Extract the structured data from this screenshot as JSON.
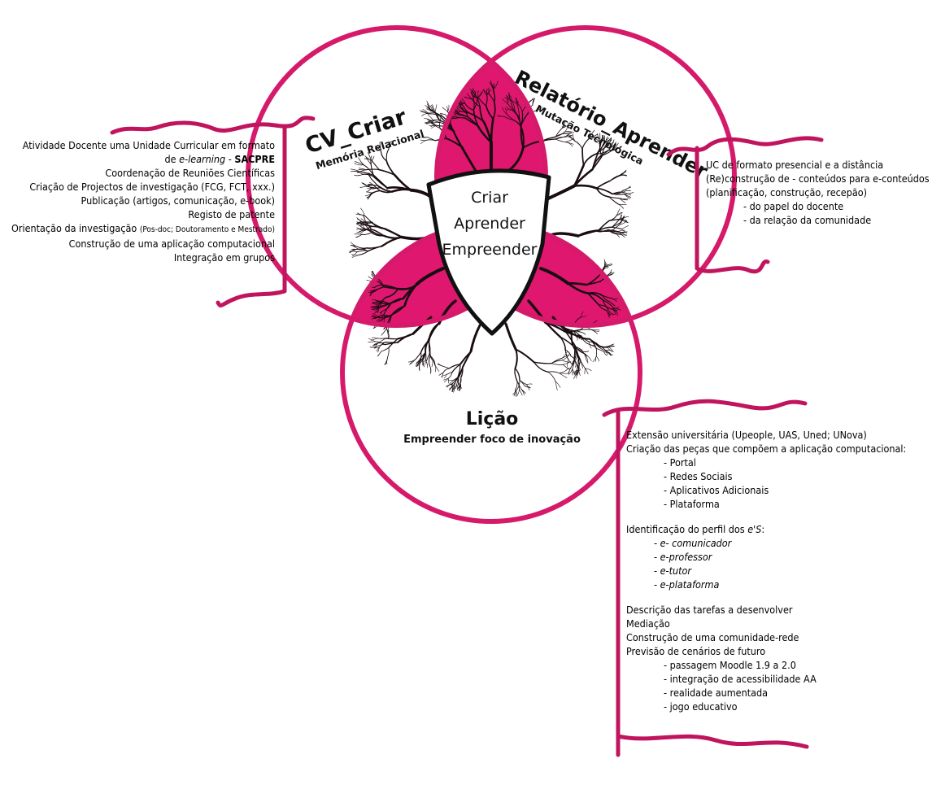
{
  "colors": {
    "magenta": "#e0176f",
    "circle_stroke": "#d61a6b",
    "bracket": "#c0155e",
    "branches": "#1a0d12",
    "shield_stroke": "#111111"
  },
  "circles": {
    "top_left": {
      "title": "CV_Criar",
      "subtitle": "Memória Relacional"
    },
    "top_right": {
      "title": "Relatório_Aprender",
      "subtitle": "Mutação Tecnológica"
    },
    "bottom": {
      "title": "Lição",
      "subtitle": "Empreender foco de inovação"
    }
  },
  "center": {
    "lines": [
      "Criar",
      "Aprender",
      "Empreender"
    ]
  },
  "left_panel": {
    "l1": "Atividade Docente uma Unidade Curricular em formato",
    "l2_pre": "de ",
    "l2_italic": "e-learning",
    "l2_mid": " - ",
    "l2_bold": "SACPRE",
    "l3": "Coordenação de Reuniões Científicas",
    "l4": "Criação de Projectos de investigação (FCG, FCT, xxx.)",
    "l5": "Publicação (artigos, comunicação, e-book)",
    "l6": "Registo de patente",
    "l7_pre": "Orientação da investigação ",
    "l7_small": "(Pos-doc; Doutoramento e Mestrado)",
    "l8": "Construção de uma aplicação computacional",
    "l9": "Integração em grupos"
  },
  "right_top_panel": {
    "l1": "UC de formato presencial e a distância",
    "l2": "(Re)construção de - conteúdos para e-conteúdos",
    "l3": "(planificação, construção, recepão)",
    "l4": "- do papel do docente",
    "l5": "- da relação da comunidade"
  },
  "right_bottom_panel": {
    "l1": "Extensão universitária (Upeople, UAS, Uned; UNova)",
    "l2": "Criação das peças que compõem a aplicação computacional:",
    "l3": "- Portal",
    "l4": "- Redes Sociais",
    "l5": "- Aplicativos Adicionais",
    "l6": "- Plataforma",
    "l7_pre": "Identificação do perfil dos ",
    "l7_italic": "e'S",
    "l7_post": ":",
    "l8": "- e- comunicador",
    "l9": "- e-professor",
    "l10": "- e-tutor",
    "l11": "- e-plataforma",
    "l12": "Descrição das tarefas a desenvolver",
    "l13": "Mediação",
    "l14": "Construção de uma comunidade-rede",
    "l15": "Previsão de cenários de futuro",
    "l16": "- passagem Moodle 1.9 a 2.0",
    "l17": "- integração de acessibilidade AA",
    "l18": "- realidade aumentada",
    "l19": "- jogo educativo"
  }
}
